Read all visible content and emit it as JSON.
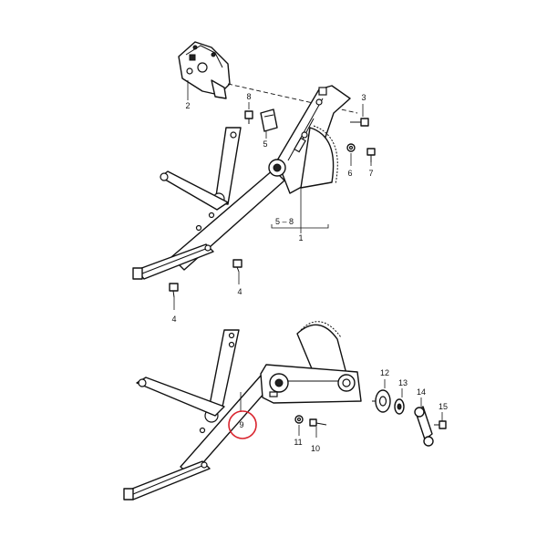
{
  "highlight_color": "#d9232d",
  "highlighted_callout": "9",
  "upper_assembly": {
    "callouts": {
      "motor": "2",
      "bolt_top": "3",
      "bolt_left_arm": "8",
      "clip": "5",
      "nut": "6",
      "screw": "7",
      "bracket_range": "5 – 8",
      "assembly": "1",
      "bolt_mid": "4",
      "bolt_low": "4"
    }
  },
  "lower_assembly": {
    "callouts": {
      "regulator": "9",
      "spacer": "12",
      "washer": "13",
      "handle": "14",
      "handle_screw": "15",
      "nut": "11",
      "screw": "10"
    }
  }
}
